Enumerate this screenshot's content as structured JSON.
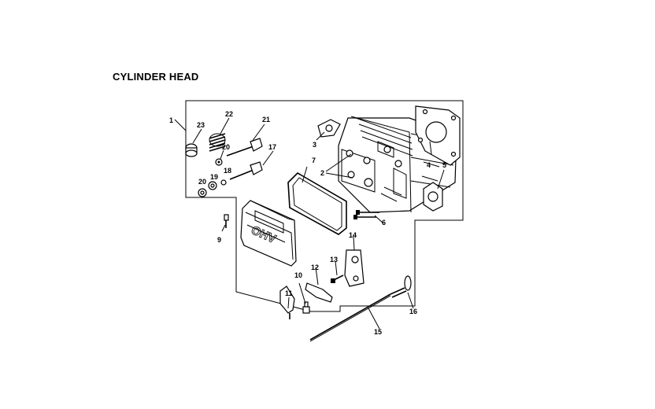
{
  "title": "CYLINDER HEAD",
  "logo_text": "OHV",
  "callouts": [
    {
      "id": "c1",
      "label": "1"
    },
    {
      "id": "c2",
      "label": "2"
    },
    {
      "id": "c3",
      "label": "3"
    },
    {
      "id": "c4",
      "label": "4"
    },
    {
      "id": "c5",
      "label": "5"
    },
    {
      "id": "c6",
      "label": "6"
    },
    {
      "id": "c7",
      "label": "7"
    },
    {
      "id": "c9",
      "label": "9"
    },
    {
      "id": "c10",
      "label": "10"
    },
    {
      "id": "c11",
      "label": "11"
    },
    {
      "id": "c12",
      "label": "12"
    },
    {
      "id": "c13",
      "label": "13"
    },
    {
      "id": "c14",
      "label": "14"
    },
    {
      "id": "c15",
      "label": "15"
    },
    {
      "id": "c16",
      "label": "16"
    },
    {
      "id": "c17",
      "label": "17"
    },
    {
      "id": "c18",
      "label": "18"
    },
    {
      "id": "c19",
      "label": "19"
    },
    {
      "id": "c20a",
      "label": "20"
    },
    {
      "id": "c20b",
      "label": "20"
    },
    {
      "id": "c21",
      "label": "21"
    },
    {
      "id": "c22",
      "label": "22"
    },
    {
      "id": "c23",
      "label": "23"
    }
  ]
}
